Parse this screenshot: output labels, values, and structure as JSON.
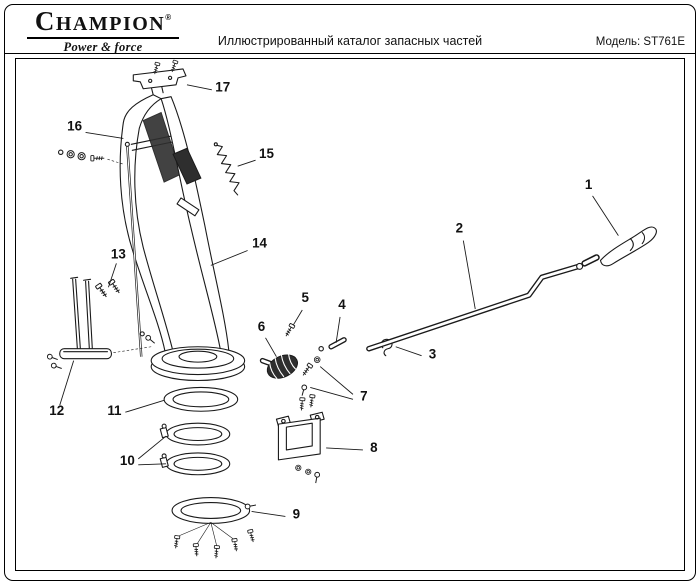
{
  "header": {
    "logo_text": "CHAMPION",
    "logo_registered": "®",
    "tagline": "Power & force",
    "title": "Иллюстрированный каталог запасных частей",
    "model": "Модель: ST761E"
  },
  "colors": {
    "ink": "#111111",
    "paper": "#ffffff"
  },
  "diagram": {
    "parts": [
      {
        "number": "1"
      },
      {
        "number": "2"
      },
      {
        "number": "3"
      },
      {
        "number": "4"
      },
      {
        "number": "5"
      },
      {
        "number": "6"
      },
      {
        "number": "7"
      },
      {
        "number": "8"
      },
      {
        "number": "9"
      },
      {
        "number": "10"
      },
      {
        "number": "11"
      },
      {
        "number": "12"
      },
      {
        "number": "13"
      },
      {
        "number": "14"
      },
      {
        "number": "15"
      },
      {
        "number": "16"
      },
      {
        "number": "17"
      }
    ]
  }
}
